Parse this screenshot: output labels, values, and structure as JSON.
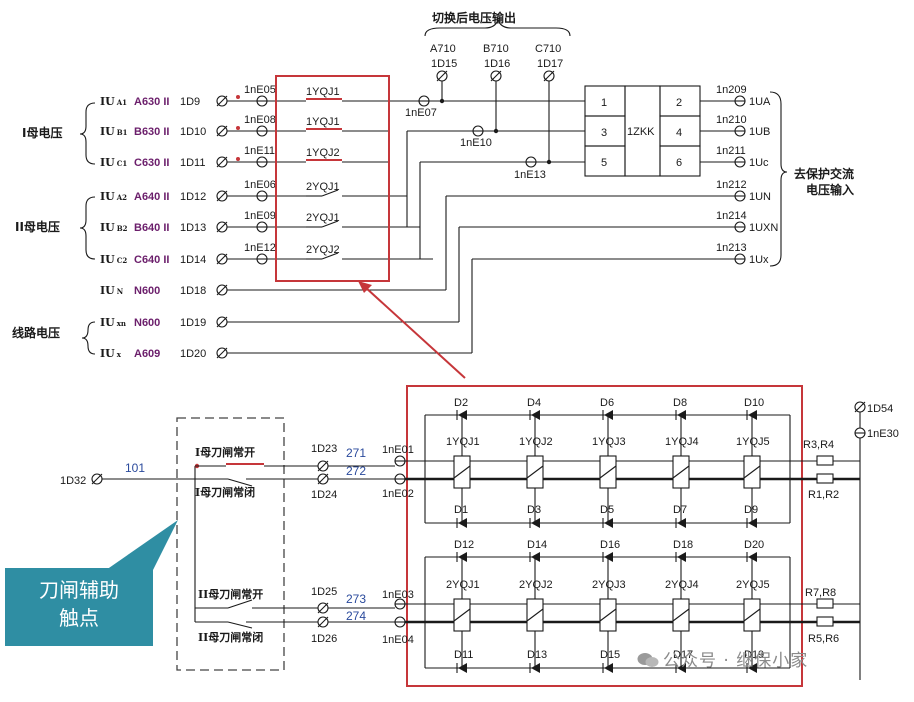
{
  "header": {
    "output_title": "切换后电压输出"
  },
  "outputs": [
    {
      "phase": "A710",
      "terminal": "1D15"
    },
    {
      "phase": "B710",
      "terminal": "1D16"
    },
    {
      "phase": "C710",
      "terminal": "1D17"
    }
  ],
  "output_contacts": [
    "1nE07",
    "1nE10",
    "1nE13"
  ],
  "groups": {
    "bus1": "I母电压",
    "bus2": "II母电压",
    "line": "线路电压",
    "to_protection_1": "去保护交流",
    "to_protection_2": "电压输入"
  },
  "inputs": [
    {
      "label": "IU",
      "sub": "A1",
      "wire": "A630 II",
      "terminal": "1D9",
      "contact": "1nE05",
      "relay": "1YQJ1"
    },
    {
      "label": "IU",
      "sub": "B1",
      "wire": "B630 II",
      "terminal": "1D10",
      "contact": "1nE08",
      "relay": "1YQJ1"
    },
    {
      "label": "IU",
      "sub": "C1",
      "wire": "C630 II",
      "terminal": "1D11",
      "contact": "1nE11",
      "relay": "1YQJ2"
    },
    {
      "label": "IU",
      "sub": "A2",
      "wire": "A640 II",
      "terminal": "1D12",
      "contact": "1nE06",
      "relay": "2YQJ1"
    },
    {
      "label": "IU",
      "sub": "B2",
      "wire": "B640 II",
      "terminal": "1D13",
      "contact": "1nE09",
      "relay": "2YQJ1"
    },
    {
      "label": "IU",
      "sub": "C2",
      "wire": "C640 II",
      "terminal": "1D14",
      "contact": "1nE12",
      "relay": "2YQJ2"
    },
    {
      "label": "IU",
      "sub": "N",
      "wire": "N600",
      "terminal": "1D18"
    },
    {
      "label": "IU",
      "sub": "xn",
      "wire": "N600",
      "terminal": "1D19"
    },
    {
      "label": "IU",
      "sub": "x",
      "wire": "A609",
      "terminal": "1D20"
    }
  ],
  "zkk": {
    "label": "1ZKK",
    "left": [
      "1",
      "3",
      "5"
    ],
    "right": [
      "2",
      "4",
      "6"
    ]
  },
  "right_terms": [
    {
      "num": "1n209",
      "label": "1UA"
    },
    {
      "num": "1n210",
      "label": "1UB"
    },
    {
      "num": "1n211",
      "label": "1Uc"
    },
    {
      "num": "1n212",
      "label": "1UN"
    },
    {
      "num": "1n214",
      "label": "1UXN"
    },
    {
      "num": "1n213",
      "label": "1Ux"
    }
  ],
  "lower": {
    "supply_terminal": "1D32",
    "supply_wire": "101",
    "switch1_open": "I母刀闸常开",
    "switch1_closed": "I母刀闸常闭",
    "switch2_open": "II母刀闸常开",
    "switch2_closed": "II母刀闸常闭",
    "t1": "1D23",
    "t2": "1D24",
    "t3": "1D25",
    "t4": "1D26",
    "n1": "271",
    "n2": "272",
    "n3": "273",
    "n4": "274",
    "e1": "1nE01",
    "e2": "1nE02",
    "e3": "1nE03",
    "e4": "1nE04",
    "relays1": [
      "1YQJ1",
      "1YQJ2",
      "1YQJ3",
      "1YQJ4",
      "1YQJ5"
    ],
    "relays2": [
      "2YQJ1",
      "2YQJ2",
      "2YQJ3",
      "2YQJ4",
      "2YQJ5"
    ],
    "diodes_r1": [
      "D2",
      "D4",
      "D6",
      "D8",
      "D10"
    ],
    "diodes_r2": [
      "D1",
      "D3",
      "D5",
      "D7",
      "D9"
    ],
    "diodes_r3": [
      "D12",
      "D14",
      "D16",
      "D18",
      "D20"
    ],
    "diodes_r4": [
      "D11",
      "D13",
      "D15",
      "D17",
      "D19"
    ],
    "res1": "R3,R4",
    "res2": "R1,R2",
    "res3": "R7,R8",
    "res4": "R5,R6",
    "term_right": "1D54",
    "term_right2": "1nE30"
  },
  "callout": {
    "line1": "刀闸辅助",
    "line2": "触点"
  },
  "watermark": "公众号 · 继保小家"
}
